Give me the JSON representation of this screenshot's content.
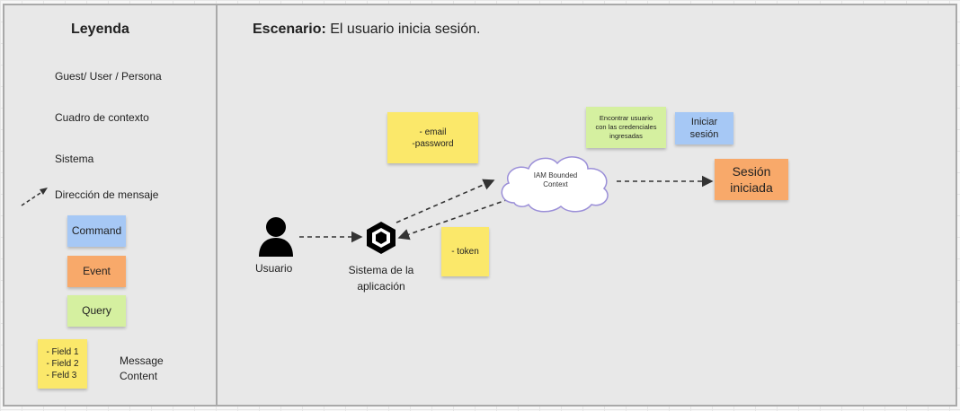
{
  "legend": {
    "title": "Leyenda",
    "items": {
      "actor": "Guest/ User / Persona",
      "context": "Cuadro de contexto",
      "system": "Sistema",
      "message": "Dirección de mensaje"
    },
    "stickies": {
      "command": "Command",
      "event": "Event",
      "query": "Query"
    },
    "message_content": {
      "fields": "- Field 1\n- Field 2\n- Feld 3",
      "label": "Message\nContent"
    }
  },
  "scenario": {
    "title_bold": "Escenario:",
    "title_rest": " El usuario inicia sesión.",
    "user_label": "Usuario",
    "system_label": "Sistema de la\naplicación",
    "credentials_note": "- email\n-password",
    "token_note": "- token",
    "context_label": "IAM Bounded\nContext",
    "query_note": "Encontrar usuario\ncon las credenciales\ningresadas",
    "command_note": "Iniciar\nsesión",
    "event_note": "Sesión\niniciada"
  },
  "colors": {
    "command": "#a6c8f5",
    "event": "#f8a96a",
    "query": "#d5f0a0",
    "message_content": "#fbe86a",
    "context_border": "#9b8fd8"
  },
  "icons": {
    "actor": "user-icon",
    "system": "hexagon-app-icon",
    "context": "cloud-icon",
    "message": "dashed-arrow-icon"
  }
}
